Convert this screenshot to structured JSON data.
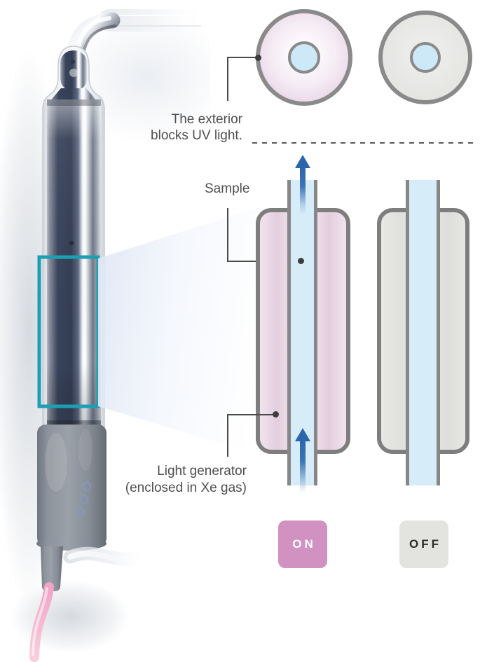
{
  "labels": {
    "exterior_note": "The exterior\nblocks UV light.",
    "sample": "Sample",
    "light_generator": "Light generator\n(enclosed in Xe gas)",
    "state_on": "ON",
    "state_off": "OFF"
  },
  "colors": {
    "highlight_box_teal": "#1d9fb3",
    "on_badge_pink": "#d292c1",
    "off_badge_gray": "#e3e3e0",
    "lamp_on_glow_pink": "#e3cdde",
    "lamp_off_gray": "#e2e2df",
    "sample_tube_blue": "#d7ecf9",
    "flow_arrow_blue": "#2b66ad",
    "outline_gray": "#8a8a8a",
    "label_text_gray": "#4f4f4f"
  }
}
